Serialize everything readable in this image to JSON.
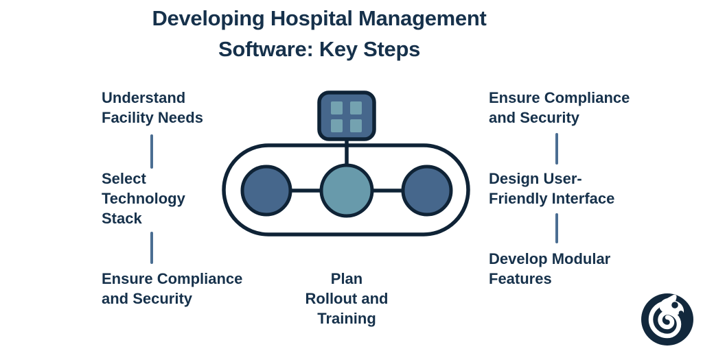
{
  "title": {
    "text": "Developing Hospital Management\nSoftware: Key Steps"
  },
  "steps": {
    "left": [
      {
        "label": "Understand\nFacility Needs"
      },
      {
        "label": "Select\nTechnology\nStack"
      },
      {
        "label": "Ensure Compliance\nand Security"
      }
    ],
    "right": [
      {
        "label": "Ensure Compliance\nand Security"
      },
      {
        "label": "Design User-\nFriendly Interface"
      },
      {
        "label": "Develop Modular\nFeatures"
      }
    ],
    "bottom_center": {
      "label": "Plan\nRollout and\nTraining"
    }
  },
  "diagram": {
    "icons": [
      "app-grid-device-icon",
      "process-pill-outline",
      "node-circle-left",
      "node-circle-center",
      "node-circle-right"
    ]
  },
  "logo": {
    "icon": "chameleon-logo-icon"
  },
  "colors": {
    "background": "#ffffff",
    "text_navy": "#16314b",
    "outline_navy": "#0f2336",
    "node_slate_blue": "#46678c",
    "node_teal_blue": "#689aab",
    "device_square_teal": "#74a2b0",
    "connector_slate": "#4b6e92",
    "logo_navy": "#12283c"
  }
}
